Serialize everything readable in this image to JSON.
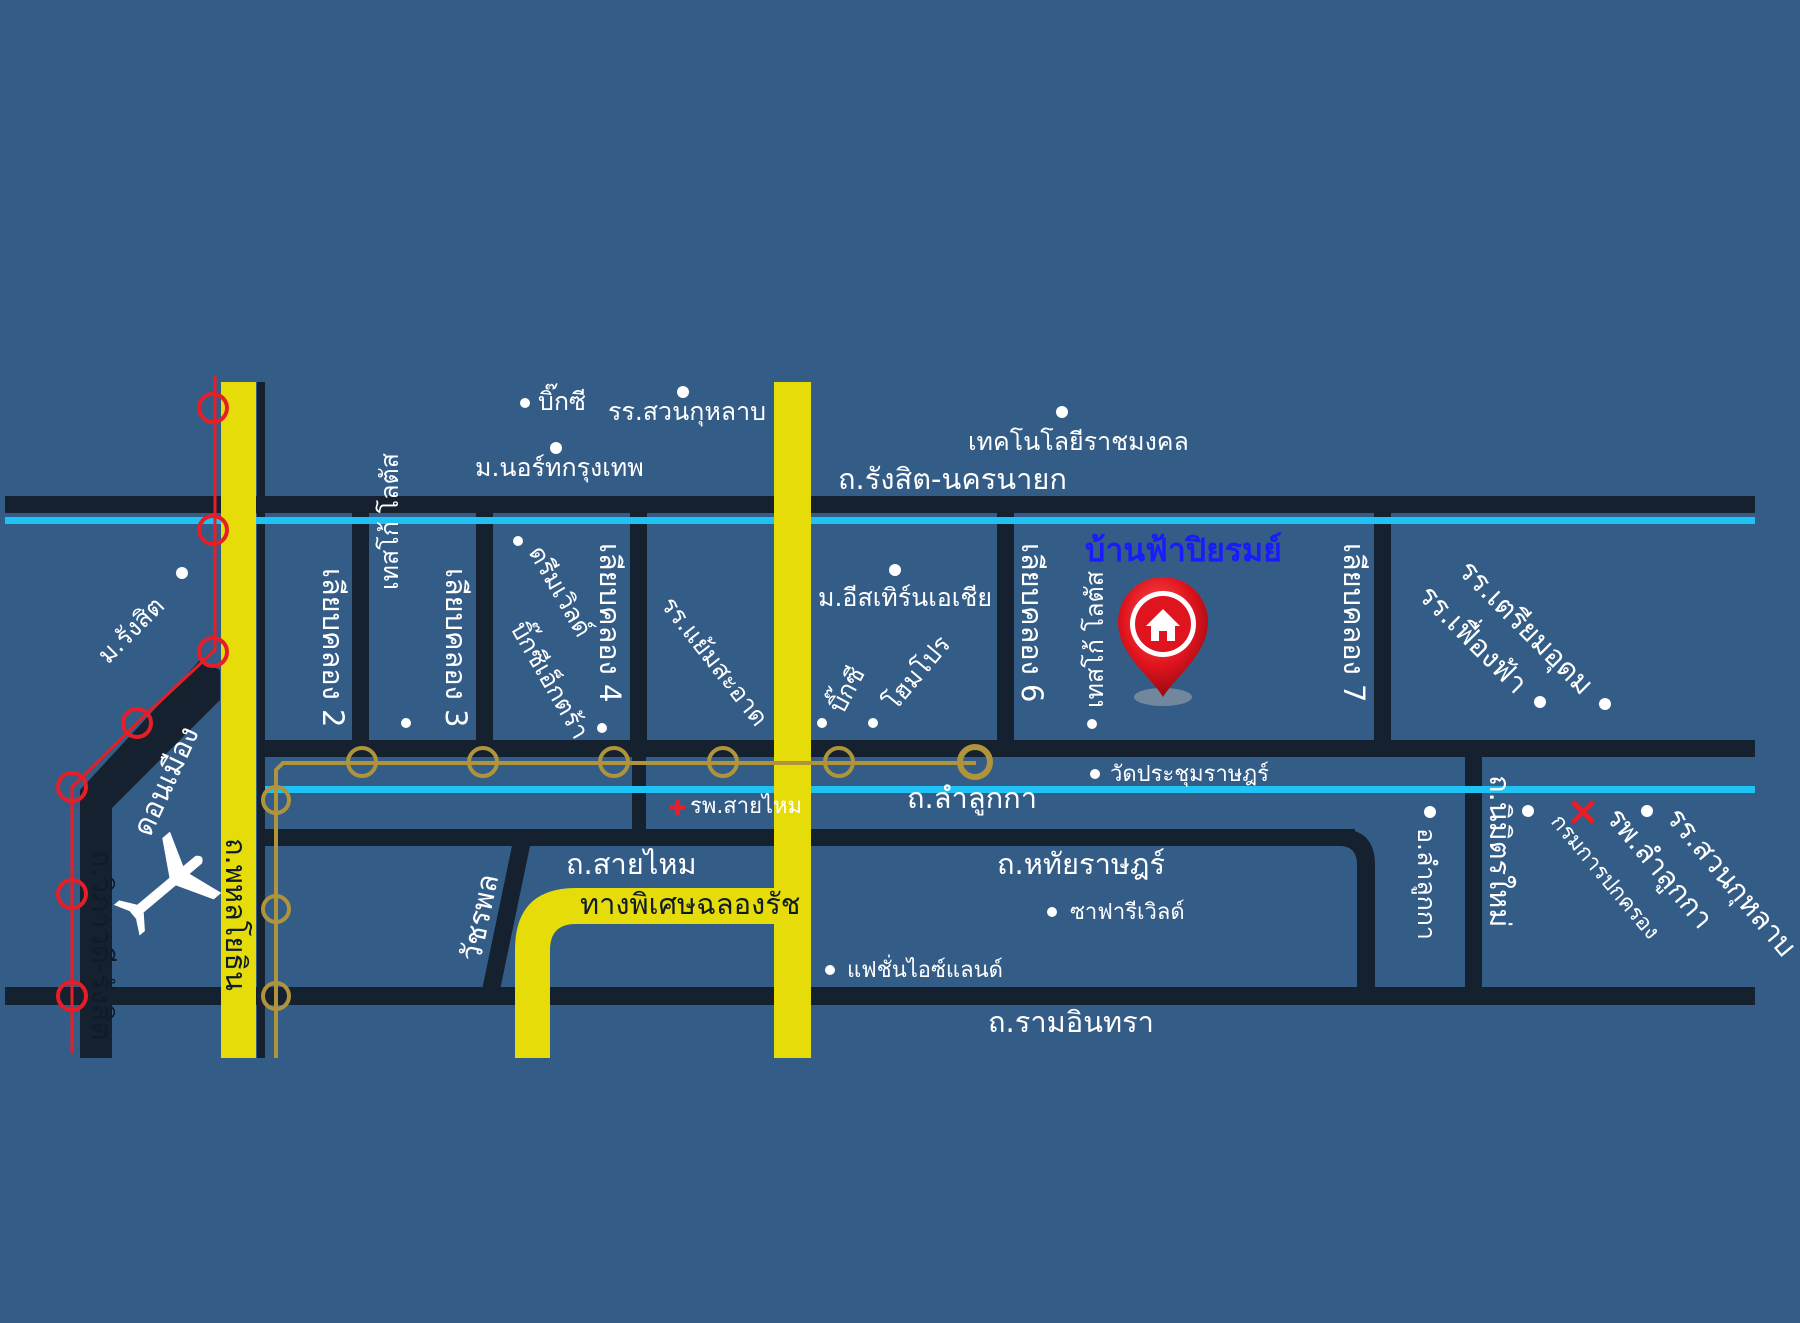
{
  "project": {
    "name": "บ้านฟ้าปิยรมย์",
    "marker_icon": "home-pin-icon"
  },
  "roads": {
    "rangsit_nakhon_nayok": "ถ.รังสิต-นครนายก",
    "lam_luk_ka": "ถ.ลำลูกกา",
    "sai_mai": "ถ.สายไหม",
    "hathai_rat": "ถ.หทัยราษฎร์",
    "ram_inthra": "ถ.รามอินทรา",
    "phahonyothin": "ถ.พหลโยธิน",
    "vibhavadi_rangsit": "ถ.วิภาวดี-รังสิต",
    "nimit_mai": "ถ.นิมิตรใหม่",
    "khlong_rat_expressway": "ทางพิเศษฉลองรัช",
    "wacharaphon": "วัชรพล",
    "bypass_khlong_2": "เลียบคลอง 2",
    "bypass_khlong_3": "เลียบคลอง 3",
    "bypass_khlong_4": "เลียบคลอง 4",
    "bypass_khlong_6": "เลียบคลอง 6",
    "bypass_khlong_7": "เลียบคลอง 7"
  },
  "places": {
    "big_c_top": "บิ๊กซี",
    "suankularb_top": "รร.สวนกุหลาบ",
    "north_bangkok_univ": "ม.นอร์ทกรุงเทพ",
    "rmut": "เทคโนโลยีราชมงคล",
    "rangsit_univ": "ม.รังสิต",
    "don_mueang": "ดอนเมือง",
    "lotus_khlong3": "เทสโก้ โลตัส",
    "dream_world": "ดรีมเวิลด์",
    "big_c_extra": "บิ๊กซีเอ็กตร้า",
    "yen_sa_at": "รร.แย้มสะอาด",
    "eastern_asia_univ": "ม.อีสเทิร์นเอเชีย",
    "big_c_lamlukka": "บิ๊กซี",
    "homepro": "โฮมโปร",
    "lotus_khlong6": "เทสโก้ โลตัส",
    "triam_udom": "รร.เตรียมอุดม",
    "fueang_fa": "รร.เฟื่องฟ้า",
    "wat_prachum": "วัดประชุมราษฎร์",
    "sai_mai_hospital": "รพ.สายไหม",
    "amphoe_lamlukka": "อ.ลำลูกกา",
    "lamlukka_hospital": "รพ.ลำลูกกา",
    "suankularb_bottom": "รร.สวนกุหลาบ",
    "dept_provincial_admin": "กรมการปกครอง",
    "safari_world": "ซาฟารีเวิลด์",
    "fashion_island": "แฟชั่นไอซ์แลนด์"
  },
  "colors": {
    "background": "#335c87",
    "road": "#15212f",
    "canal": "#1ec2f4",
    "expressway": "#e6dc0a",
    "red_line": "#e61e28",
    "green_line": "#b0943c",
    "project_label": "#1a1aff",
    "marker": "#e0141e"
  },
  "icons": [
    "airplane-icon",
    "hospital-cross-icon",
    "home-pin-icon",
    "poi-dot-icon"
  ]
}
